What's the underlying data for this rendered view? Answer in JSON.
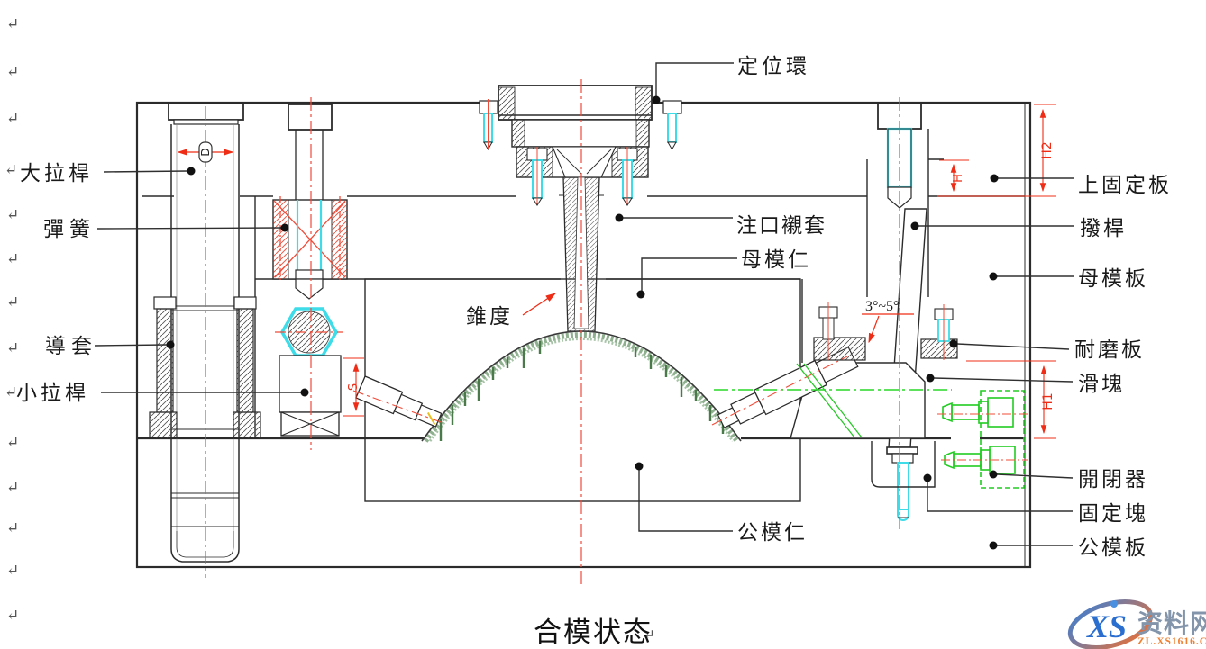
{
  "document": {
    "title": "合模状态",
    "paragraph_mark": "↵"
  },
  "labels": {
    "left": [
      {
        "text": "大拉桿"
      },
      {
        "text": "彈簧"
      },
      {
        "text": "導套"
      },
      {
        "text": "小拉桿"
      }
    ],
    "top": [
      {
        "text": "定位環"
      }
    ],
    "center": [
      {
        "text": "注口襯套"
      },
      {
        "text": "母模仁"
      },
      {
        "text": "錐度"
      },
      {
        "text": "公模仁"
      }
    ],
    "right": [
      {
        "text": "上固定板"
      },
      {
        "text": "撥桿"
      },
      {
        "text": "母模板"
      },
      {
        "text": "耐磨板"
      },
      {
        "text": "滑塊"
      },
      {
        "text": "開閉器"
      },
      {
        "text": "固定塊"
      },
      {
        "text": "公模板"
      }
    ]
  },
  "dimensions": {
    "d": "D",
    "s": "S",
    "h": "H",
    "h2": "H2",
    "h1": "H1",
    "angle": "3°~5°"
  },
  "watermark": {
    "logo": "XS",
    "name": "资料网",
    "url": "ZL.XS1616.COM"
  },
  "colors": {
    "centerline_red": "#f04b38",
    "dimension_red": "#ef2d16",
    "highlight_cyan": "#3ddce8",
    "latch_green": "#22cc22",
    "part_green": "#8fb08f",
    "line_black": "#2b2b2b"
  }
}
